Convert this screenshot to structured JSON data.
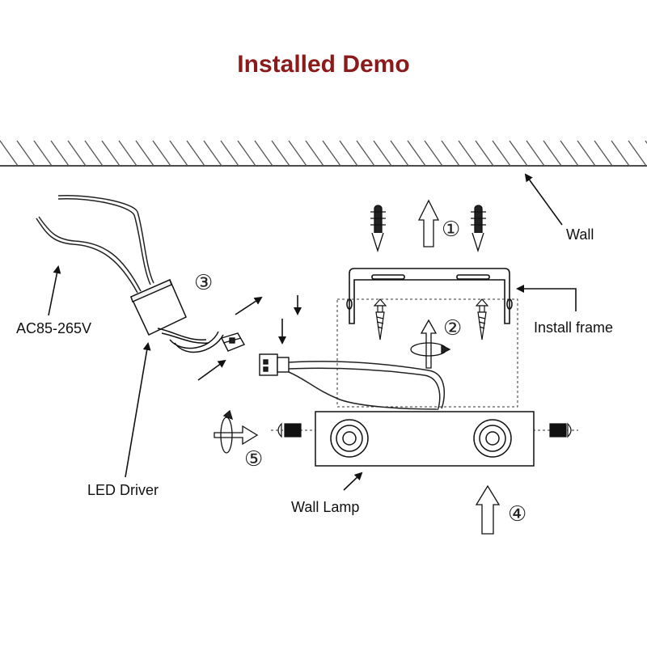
{
  "title": "Installed Demo",
  "labels": {
    "wall": "Wall",
    "install_frame": "Install frame",
    "power": "AC85-265V",
    "driver": "LED Driver",
    "lamp": "Wall Lamp"
  },
  "steps": [
    "①",
    "②",
    "③",
    "④",
    "⑤"
  ],
  "colors": {
    "title": "#8b1a1a",
    "line": "#222222"
  }
}
